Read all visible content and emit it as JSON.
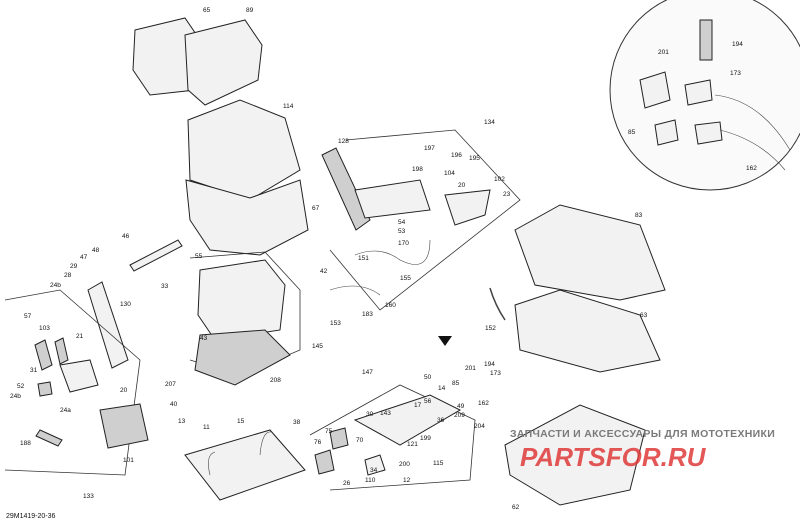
{
  "diagram": {
    "drawing_code": "29M1419-20-36",
    "watermark": {
      "tagline": "ЗАПЧАСТИ И АКСЕССУАРЫ ДЛЯ МОТОТЕХНИКИ",
      "brand": "PARTSFOR.RU"
    },
    "callouts": [
      "65",
      "89",
      "114",
      "67",
      "128",
      "134",
      "197",
      "196",
      "195",
      "198",
      "104",
      "20",
      "102",
      "23",
      "54",
      "53",
      "170",
      "46",
      "55",
      "33",
      "42",
      "151",
      "155",
      "160",
      "153",
      "183",
      "48",
      "47",
      "29",
      "28",
      "24b",
      "57",
      "103",
      "130",
      "21",
      "31",
      "52",
      "24b",
      "24a",
      "20",
      "145",
      "43",
      "207",
      "40",
      "208",
      "13",
      "11",
      "15",
      "147",
      "50",
      "14",
      "17",
      "56",
      "30",
      "143",
      "49",
      "209",
      "38",
      "188",
      "101",
      "133",
      "36",
      "75",
      "76",
      "70",
      "34",
      "26",
      "110",
      "12",
      "200",
      "115",
      "121",
      "199",
      "201",
      "194",
      "173",
      "85",
      "162",
      "152",
      "83",
      "63",
      "204",
      "62",
      "201",
      "194",
      "173",
      "85",
      "162"
    ],
    "callout_colors": {
      "line": "#333333",
      "brand": "#e03a3a"
    }
  }
}
